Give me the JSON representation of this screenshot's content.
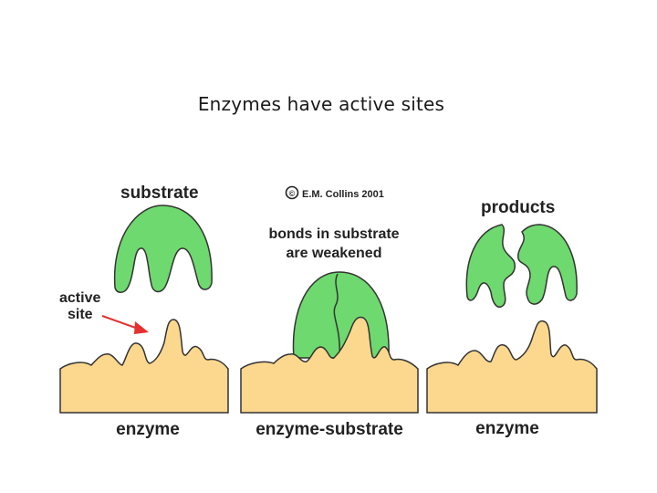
{
  "slide": {
    "title": "Enzymes have active sites"
  },
  "figure": {
    "copyright": "E.M. Collins 2001",
    "copyright_symbol": "©",
    "labels": {
      "substrate": "substrate",
      "products": "products",
      "bonds_line1": "bonds in substrate",
      "bonds_line2": "are weakened",
      "active_line1": "active",
      "active_line2": "site"
    },
    "captions": {
      "enzyme_left": "enzyme",
      "enzyme_substrate": "enzyme-substrate",
      "enzyme_right": "enzyme"
    },
    "colors": {
      "substrate_fill": "#6ed96e",
      "enzyme_fill": "#fcd88e",
      "outline": "#333333",
      "arrow": "#e53030"
    }
  }
}
